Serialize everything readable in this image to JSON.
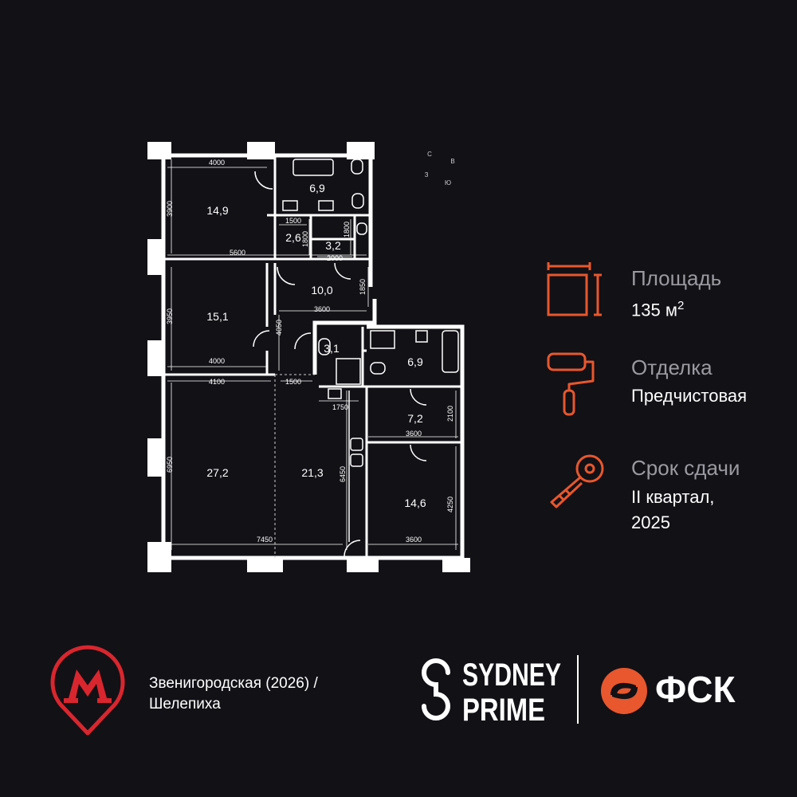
{
  "compass": {
    "n": "С",
    "e": "В",
    "w": "З",
    "s": "Ю"
  },
  "rooms": [
    {
      "name": "room-1",
      "area": "14,9"
    },
    {
      "name": "room-2",
      "area": "15,1"
    },
    {
      "name": "room-3",
      "area": "27,2"
    },
    {
      "name": "room-4",
      "area": "21,3"
    },
    {
      "name": "bath-1",
      "area": "6,9"
    },
    {
      "name": "wc-1",
      "area": "2,6"
    },
    {
      "name": "wc-2",
      "area": "3,2"
    },
    {
      "name": "hall-1",
      "area": "10,0"
    },
    {
      "name": "wc-3",
      "area": "3,1"
    },
    {
      "name": "bath-2",
      "area": "6,9"
    },
    {
      "name": "hall-2",
      "area": "7,2"
    },
    {
      "name": "room-5",
      "area": "14,6"
    }
  ],
  "dimensions": [
    "4000",
    "3900",
    "1500",
    "1800",
    "1800",
    "2000",
    "5600",
    "1850",
    "3600",
    "3950",
    "4050",
    "4000",
    "4100",
    "1500",
    "1750",
    "6950",
    "6450",
    "2100",
    "3600",
    "4250",
    "7450",
    "3600"
  ],
  "info": {
    "area_label": "Площадь",
    "area_value": "135 м",
    "area_unit_sup": "2",
    "finish_label": "Отделка",
    "finish_value": "Предчистовая",
    "deadline_label": "Срок сдачи",
    "deadline_line1": "II квартал,",
    "deadline_line2": "2025"
  },
  "metro": {
    "line1": "Звенигородская (2026) /",
    "line2": "Шелепиха"
  },
  "brand": {
    "logo_line1": "SYDNEY",
    "logo_line2": "PRIME",
    "developer": "ФСК"
  },
  "colors": {
    "background": "#121116",
    "accent": "#e8572d",
    "metro_red": "#d9262e",
    "label_gray": "#9a9aa0"
  }
}
